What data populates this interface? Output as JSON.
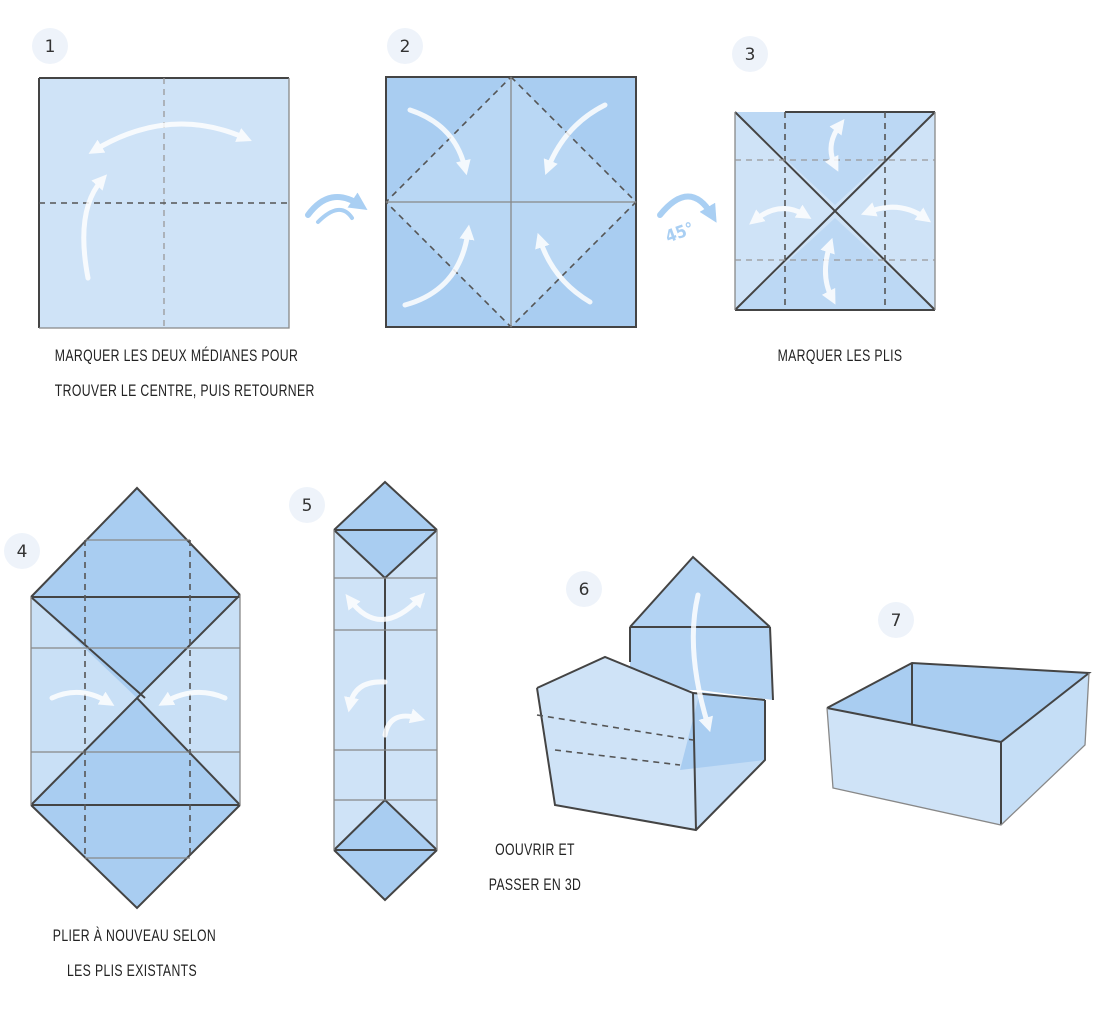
{
  "title": "Pliage d'une boîte origami",
  "colors": {
    "paper_light": "#cfe3f7",
    "paper_mid": "#b7d6f4",
    "paper_dark": "#a6caef",
    "badge": "#eef3fa",
    "rotate_arrow": "#a9cff3"
  },
  "steps": [
    {
      "number": "1",
      "caption_lines": [
        "MARQUER LES DEUX MÉDIANES POUR",
        "TROUVER LE CENTRE, PUIS RETOURNER"
      ]
    },
    {
      "number": "2",
      "caption_lines": []
    },
    {
      "number": "3",
      "caption_lines": [
        "MARQUER LES PLIS"
      ]
    },
    {
      "number": "4",
      "caption_lines": [
        "PLIER À NOUVEAU SELON",
        "LES PLIS EXISTANTS"
      ]
    },
    {
      "number": "5",
      "caption_lines": []
    },
    {
      "number": "6",
      "caption_lines": [
        "OOUVRIR ET",
        "PASSER EN 3D"
      ]
    },
    {
      "number": "7",
      "caption_lines": []
    }
  ],
  "rotation_label": "45°",
  "icons": [
    "flip-arrow-icon",
    "rotate-45-arrow-icon",
    "fold-arrow-icon"
  ]
}
